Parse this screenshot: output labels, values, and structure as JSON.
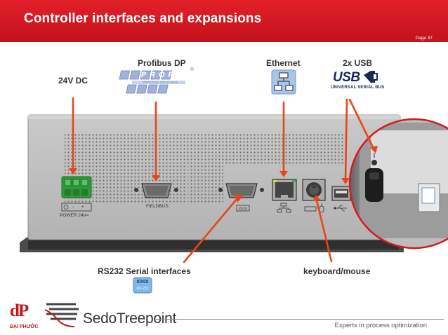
{
  "header": {
    "title": "Controller interfaces and expansions",
    "page": "Page 37"
  },
  "labels": {
    "power": "24V DC",
    "profibus": "Profibus DP",
    "ethernet": "Ethernet",
    "usb": "2x USB",
    "rs232": "RS232 Serial interfaces",
    "keyboard": "keyboard/mouse"
  },
  "logos": {
    "profi_word": "PROFI",
    "profi_sub": "PROCESS FIELD BUS",
    "usb_word": "USB",
    "usb_sub": "UNIVERSAL SERIAL BUS",
    "rs232_icon_text": "RS-232",
    "rs232_bits": "IOIOI"
  },
  "device": {
    "power_label": "POWER 24V=",
    "fieldbus_label": "FIELDBUS",
    "power_terminal_marks": [
      "-",
      "+"
    ]
  },
  "footer": {
    "company_logo_letters": "dP",
    "company_logo_text": "ĐẠI PHƯỚC",
    "brand": "SedoTreepoint",
    "tagline": "Experts in process optimization"
  },
  "colors": {
    "accent_red": "#d31a23",
    "arrow": "#e8461a",
    "panel": "#bcbcbc",
    "terminal_green": "#2f9a3a"
  },
  "icons": [
    "network-icon",
    "usb-plug-icon",
    "keyboard-icon",
    "mouse-icon",
    "rs232-icon",
    "ethernet-port",
    "serial-port"
  ]
}
